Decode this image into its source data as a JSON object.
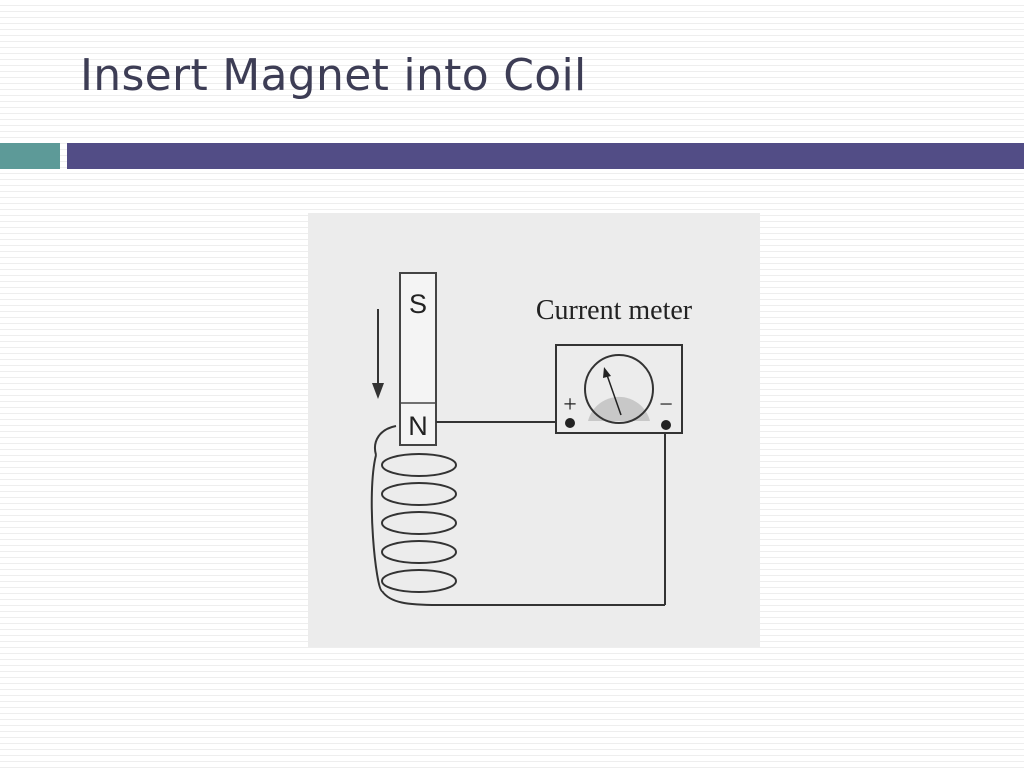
{
  "slide": {
    "title": "Insert Magnet into Coil"
  },
  "diagram": {
    "magnet": {
      "south_label": "S",
      "north_label": "N"
    },
    "meter": {
      "label": "Current meter",
      "plus": "+",
      "minus": "−"
    }
  },
  "colors": {
    "title": "#3d3d55",
    "accent_teal": "#5d9a98",
    "accent_purple": "#524d86",
    "figure_background": "#ececec",
    "line": "#333333"
  }
}
